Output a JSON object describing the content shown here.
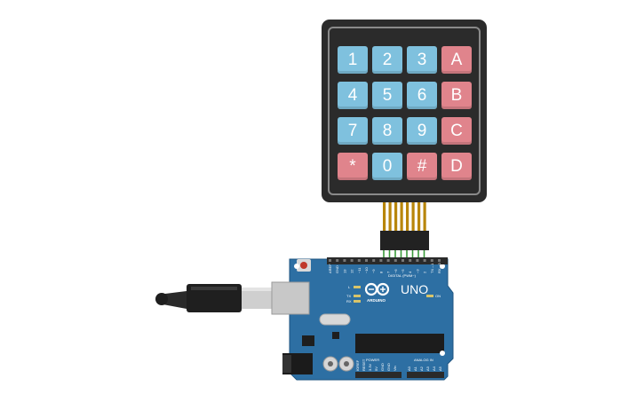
{
  "keypad": {
    "keys": [
      {
        "label": "1",
        "kind": "num"
      },
      {
        "label": "2",
        "kind": "num"
      },
      {
        "label": "3",
        "kind": "num"
      },
      {
        "label": "A",
        "kind": "fn"
      },
      {
        "label": "4",
        "kind": "num"
      },
      {
        "label": "5",
        "kind": "num"
      },
      {
        "label": "6",
        "kind": "num"
      },
      {
        "label": "B",
        "kind": "fn"
      },
      {
        "label": "7",
        "kind": "num"
      },
      {
        "label": "8",
        "kind": "num"
      },
      {
        "label": "9",
        "kind": "num"
      },
      {
        "label": "C",
        "kind": "fn"
      },
      {
        "label": "*",
        "kind": "fn"
      },
      {
        "label": "0",
        "kind": "num"
      },
      {
        "label": "#",
        "kind": "fn"
      },
      {
        "label": "D",
        "kind": "fn"
      }
    ]
  },
  "board": {
    "brand": "ARDUINO",
    "model": "UNO",
    "digital_label": "DIGITAL (PWM~)",
    "power_label": "POWER",
    "analog_label": "ANALOG IN",
    "pin_labels_top": [
      "AREF",
      "GND",
      "13",
      "12",
      "~11",
      "~10",
      "~9",
      "8",
      "7",
      "~6",
      "~5",
      "4",
      "~3",
      "2",
      "TX→1",
      "RX←0"
    ],
    "pin_labels_power": [
      "IOREF",
      "RESET",
      "3.3V",
      "5V",
      "GND",
      "GND",
      "Vin"
    ],
    "pin_labels_analog": [
      "A0",
      "A1",
      "A2",
      "A3",
      "A4",
      "A5"
    ],
    "led_labels": [
      "L",
      "TX",
      "RX",
      "ON"
    ]
  },
  "colors": {
    "board": "#2d6fa3",
    "board_edge": "#1f5580",
    "key_number": "#7fc1de",
    "key_function": "#e0848c",
    "keypad_body": "#2b2b2b",
    "wire": "#b8860b",
    "wire_green": "#3a9a3a",
    "header": "#2a2a2a",
    "usb_metal": "#c9c9c9"
  }
}
